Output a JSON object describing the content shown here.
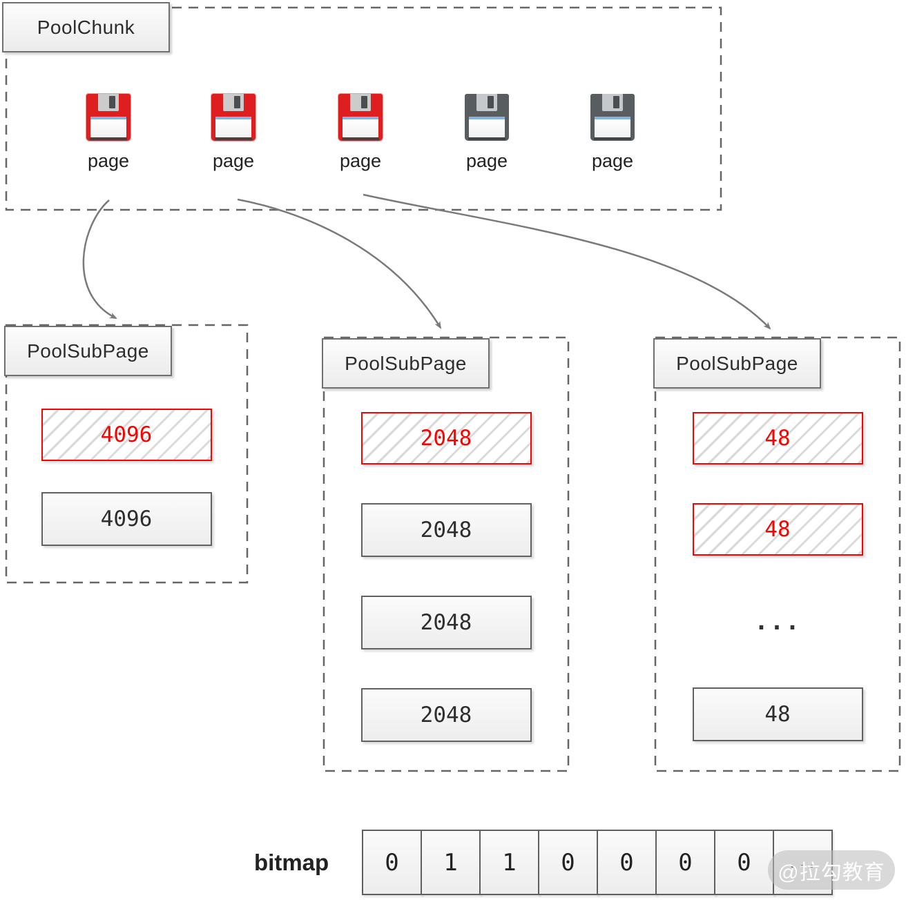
{
  "chunk": {
    "title": "PoolChunk",
    "pages": [
      {
        "icon": "floppy-disk-icon",
        "label": "page",
        "state": "allocated"
      },
      {
        "icon": "floppy-disk-icon",
        "label": "page",
        "state": "allocated"
      },
      {
        "icon": "floppy-disk-icon",
        "label": "page",
        "state": "allocated"
      },
      {
        "icon": "floppy-disk-icon",
        "label": "page",
        "state": "free"
      },
      {
        "icon": "floppy-disk-icon",
        "label": "page",
        "state": "free"
      }
    ]
  },
  "subpages": [
    {
      "title": "PoolSubPage",
      "blocks": [
        {
          "text": "4096",
          "state": "allocated"
        },
        {
          "text": "4096",
          "state": "free"
        }
      ]
    },
    {
      "title": "PoolSubPage",
      "blocks": [
        {
          "text": "2048",
          "state": "allocated"
        },
        {
          "text": "2048",
          "state": "free"
        },
        {
          "text": "2048",
          "state": "free"
        },
        {
          "text": "2048",
          "state": "free"
        }
      ]
    },
    {
      "title": "PoolSubPage",
      "blocks": [
        {
          "text": "48",
          "state": "allocated"
        },
        {
          "text": "48",
          "state": "allocated"
        },
        {
          "text": "...",
          "state": "ellipsis"
        },
        {
          "text": "48",
          "state": "free"
        }
      ]
    }
  ],
  "bitmap": {
    "label": "bitmap",
    "cells": [
      "0",
      "1",
      "1",
      "0",
      "0",
      "0",
      "0",
      "..."
    ]
  },
  "watermark": {
    "text": "@拉勾教育"
  },
  "colors": {
    "allocated_accent": "#ff0000",
    "box_border": "#666666",
    "dashed_border": "#666666",
    "arrow": "#7a7a7a",
    "floppy_red": "#df1f1f",
    "floppy_gray": "#585d60",
    "floppy_label_blue": "#87b3e4"
  }
}
